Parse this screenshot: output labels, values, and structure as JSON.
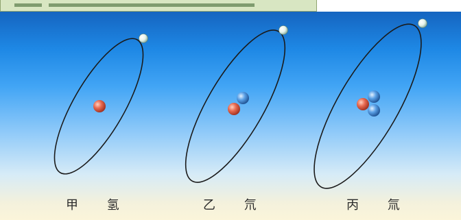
{
  "caption": "",
  "colors": {
    "orbit": "#1a1a1a",
    "proton": "#e05a40",
    "neutron": "#4a90d9",
    "electron": "#e9f3ee"
  },
  "isotopes": [
    {
      "label": "甲 氢",
      "protons": 1,
      "neutrons": 0,
      "electrons": 1
    },
    {
      "label": "乙 氘",
      "protons": 1,
      "neutrons": 1,
      "electrons": 1
    },
    {
      "label": "丙 氚",
      "protons": 1,
      "neutrons": 2,
      "electrons": 1
    }
  ]
}
